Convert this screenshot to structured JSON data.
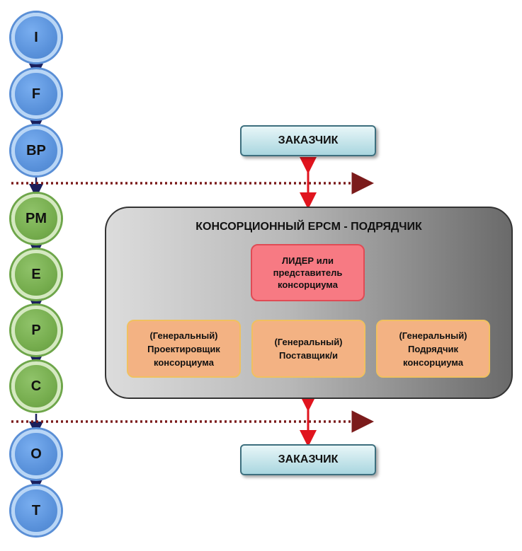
{
  "phases": {
    "top": [
      "I",
      "F",
      "BP"
    ],
    "middle": [
      "PM",
      "E",
      "P",
      "C"
    ],
    "bottom": [
      "O",
      "T"
    ]
  },
  "colors": {
    "phase_blue": "#5a92db",
    "phase_green": "#76ad4e",
    "arrow_red": "#e0141e",
    "divider_dotted": "#7b1b1b",
    "connector_green": "#0d3d0d",
    "connector_navy": "#1a1f5c",
    "leader_fill": "#f77a83",
    "member_fill": "#f3b283"
  },
  "customer_top": {
    "label": "ЗАКАЗЧИК"
  },
  "customer_bottom": {
    "label": "ЗАКАЗЧИК"
  },
  "consortium": {
    "title": "КОНСОРЦИОННЫЙ EPCM - ПОДРЯДЧИК",
    "leader": {
      "line1": "ЛИДЕР или",
      "line2": "представитель",
      "line3": "консорциума"
    },
    "members": [
      {
        "line1": "(Генеральный)",
        "line2": "Проектировщик",
        "line3": "консорциума"
      },
      {
        "line1": "(Генеральный)",
        "line2": "Поставщик/и"
      },
      {
        "line1": "(Генеральный)",
        "line2": "Подрядчик",
        "line3": "консорциума"
      }
    ]
  }
}
